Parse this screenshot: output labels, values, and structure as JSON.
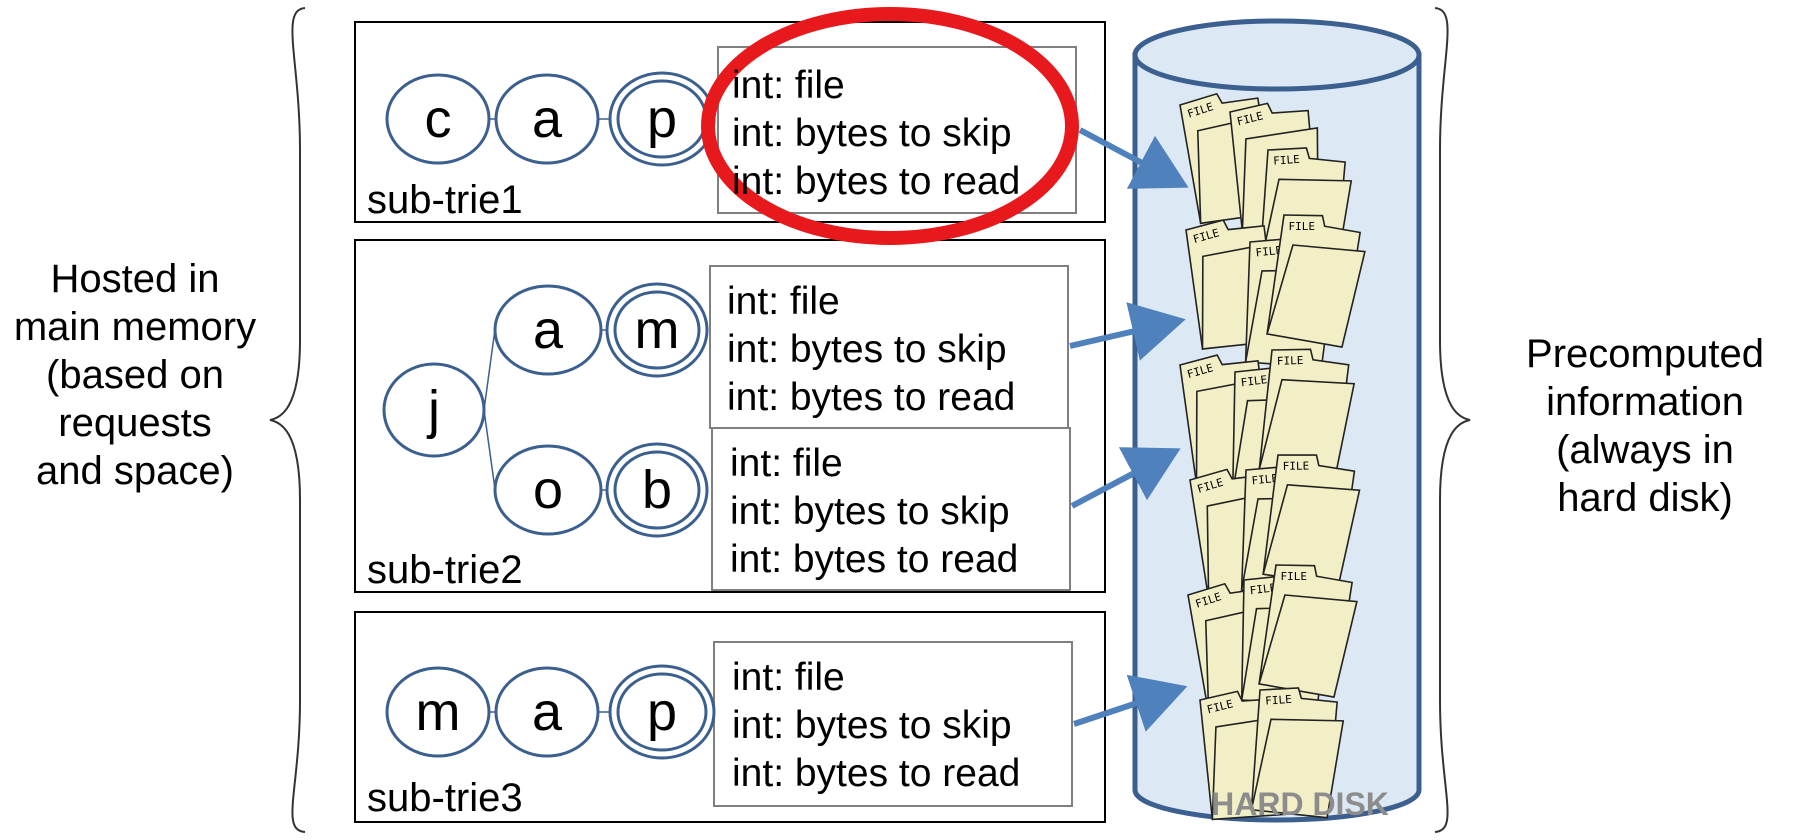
{
  "left_label": "Hosted in\nmain memory\n(based on\nrequests\nand space)",
  "right_label": "Precomputed\ninformation\n(always in\nhard disk)",
  "disk": {
    "label": "HARD DISK",
    "file_label": "FILE"
  },
  "record_fields": [
    "int: file",
    "int: bytes to skip",
    "int: bytes to read"
  ],
  "tries": [
    {
      "name": "sub-trie1",
      "nodes": [
        "c",
        "a",
        "p"
      ]
    },
    {
      "name": "sub-trie2",
      "nodes": [
        "j",
        "a",
        "m",
        "o",
        "b"
      ]
    },
    {
      "name": "sub-trie3",
      "nodes": [
        "m",
        "a",
        "p"
      ]
    }
  ],
  "colors": {
    "node_stroke": "#3b5f8f",
    "arrow": "#4f81bd",
    "highlight": "#e8191c",
    "disk_fill": "#dce8f4",
    "disk_stroke": "#3b5f8f",
    "file_fill": "#f2efc6",
    "disk_label": "#8c8c8c"
  }
}
